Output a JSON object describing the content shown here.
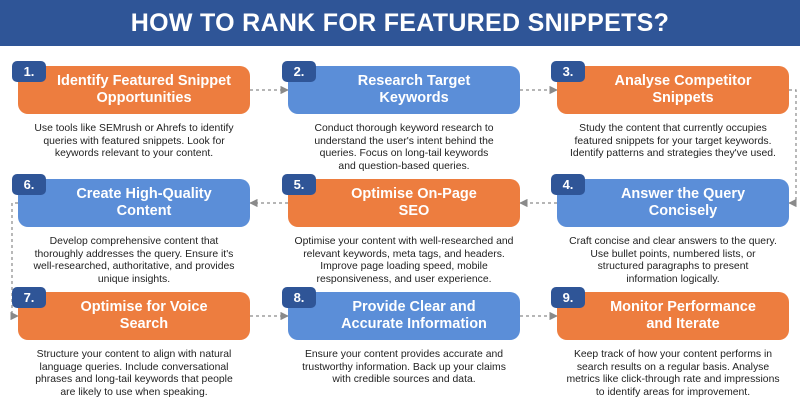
{
  "title": "HOW TO RANK FOR FEATURED SNIPPETS?",
  "steps": [
    {
      "number": "1.",
      "title_line1": "Identify Featured Snippet",
      "title_line2": "Opportunities",
      "color": "#ed7d3f",
      "desc_lines": [
        "Use tools like SEMrush or Ahrefs to identify",
        "queries with featured snippets. Look for",
        "keywords relevant to your content."
      ]
    },
    {
      "number": "2.",
      "title_line1": "Research Target",
      "title_line2": "Keywords",
      "color": "#5b8ed8",
      "desc_lines": [
        "Conduct thorough keyword research to",
        "understand the user's intent behind the",
        "queries. Focus on long-tail keywords",
        "and question-based queries."
      ]
    },
    {
      "number": "3.",
      "title_line1": "Analyse Competitor",
      "title_line2": "Snippets",
      "color": "#ed7d3f",
      "desc_lines": [
        "Study the content that currently occupies",
        "featured snippets for your target keywords.",
        "Identify patterns and strategies they've used."
      ]
    },
    {
      "number": "4.",
      "title_line1": "Answer the Query",
      "title_line2": "Concisely",
      "color": "#5b8ed8",
      "desc_lines": [
        "Craft concise and clear answers to the query.",
        "Use bullet points, numbered lists, or",
        "structured paragraphs to present",
        "information logically."
      ]
    },
    {
      "number": "5.",
      "title_line1": "Optimise On-Page",
      "title_line2": "SEO",
      "color": "#ed7d3f",
      "desc_lines": [
        "Optimise your content with well-researched and",
        "relevant keywords, meta tags, and headers.",
        "Improve page loading speed, mobile",
        "responsiveness, and user experience."
      ]
    },
    {
      "number": "6.",
      "title_line1": "Create High-Quality",
      "title_line2": "Content",
      "color": "#5b8ed8",
      "desc_lines": [
        "Develop comprehensive content that",
        "thoroughly addresses the query. Ensure it's",
        "well-researched, authoritative, and provides",
        "unique insights."
      ]
    },
    {
      "number": "7.",
      "title_line1": "Optimise for Voice",
      "title_line2": "Search",
      "color": "#ed7d3f",
      "desc_lines": [
        "Structure your content to align with natural",
        "language queries. Include conversational",
        "phrases and long-tail keywords that people",
        "are likely to use when speaking."
      ]
    },
    {
      "number": "8.",
      "title_line1": "Provide Clear and",
      "title_line2": "Accurate Information",
      "color": "#5b8ed8",
      "desc_lines": [
        "Ensure your content provides accurate and",
        "trustworthy information. Back up your claims",
        "with credible sources and data."
      ]
    },
    {
      "number": "9.",
      "title_line1": "Monitor Performance",
      "title_line2": "and Iterate",
      "color": "#ed7d3f",
      "desc_lines": [
        "Keep track of how your content performs in",
        "search results on a regular basis. Analyse",
        "metrics like click-through rate and impressions",
        "to identify areas for improvement."
      ]
    }
  ]
}
